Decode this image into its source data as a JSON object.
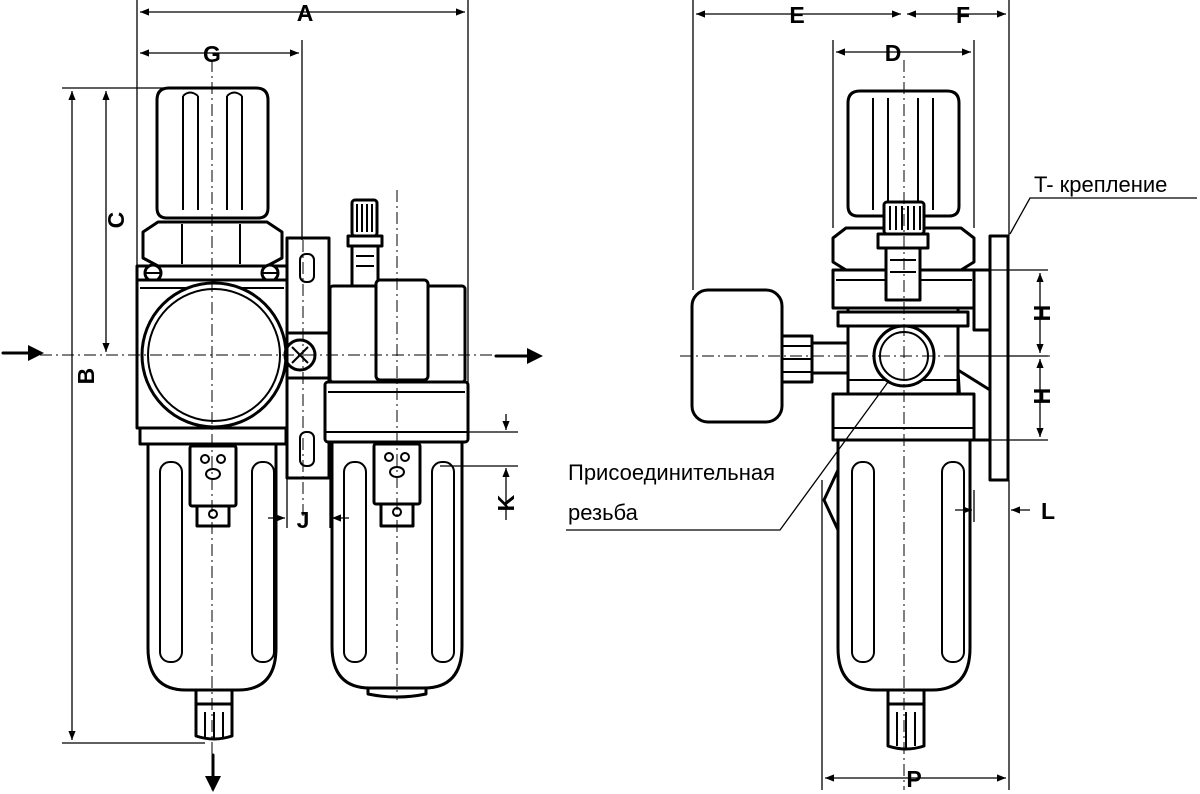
{
  "labels": {
    "A": "A",
    "B": "B",
    "C": "C",
    "D": "D",
    "E": "E",
    "F": "F",
    "G": "G",
    "H_upper": "H",
    "H_lower": "H",
    "J": "J",
    "K": "K",
    "L": "L",
    "P": "P"
  },
  "callouts": {
    "mount": "T- крепление",
    "thread_line1": "Присоединительная",
    "thread_line2": "резьба"
  }
}
